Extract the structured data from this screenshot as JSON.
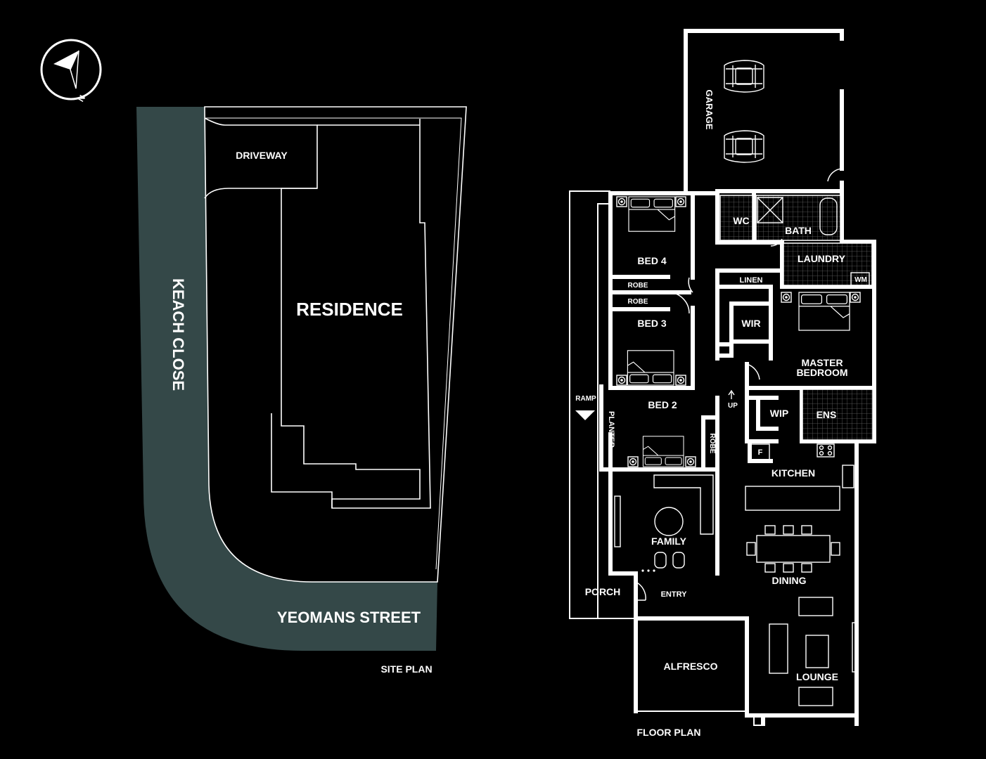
{
  "compass": {
    "north_label": "N"
  },
  "site_plan": {
    "caption": "SITE PLAN",
    "street_side": "KEACH CLOSE",
    "street_bottom": "YEOMANS STREET",
    "driveway": "DRIVEWAY",
    "residence": "RESIDENCE",
    "street_color": "#344848"
  },
  "floor_plan": {
    "caption": "FLOOR PLAN",
    "rooms": {
      "garage": "GARAGE",
      "wc": "WC",
      "bath": "BATH",
      "laundry": "LAUNDRY",
      "wm": "WM",
      "linen": "LINEN",
      "bed4": "BED 4",
      "robe_a": "ROBE",
      "robe_b": "ROBE",
      "bed3": "BED 3",
      "wir": "WIR",
      "master_line1": "MASTER",
      "master_line2": "BEDROOM",
      "ramp": "RAMP",
      "planter": "PLANTER",
      "bed2": "BED 2",
      "robe_c": "ROBE",
      "up": "UP",
      "wip": "WIP",
      "ens": "ENS",
      "fridge": "F",
      "kitchen": "KITCHEN",
      "family": "FAMILY",
      "dining": "DINING",
      "porch": "PORCH",
      "entry": "ENTRY",
      "alfresco": "ALFRESCO",
      "lounge": "LOUNGE"
    }
  }
}
